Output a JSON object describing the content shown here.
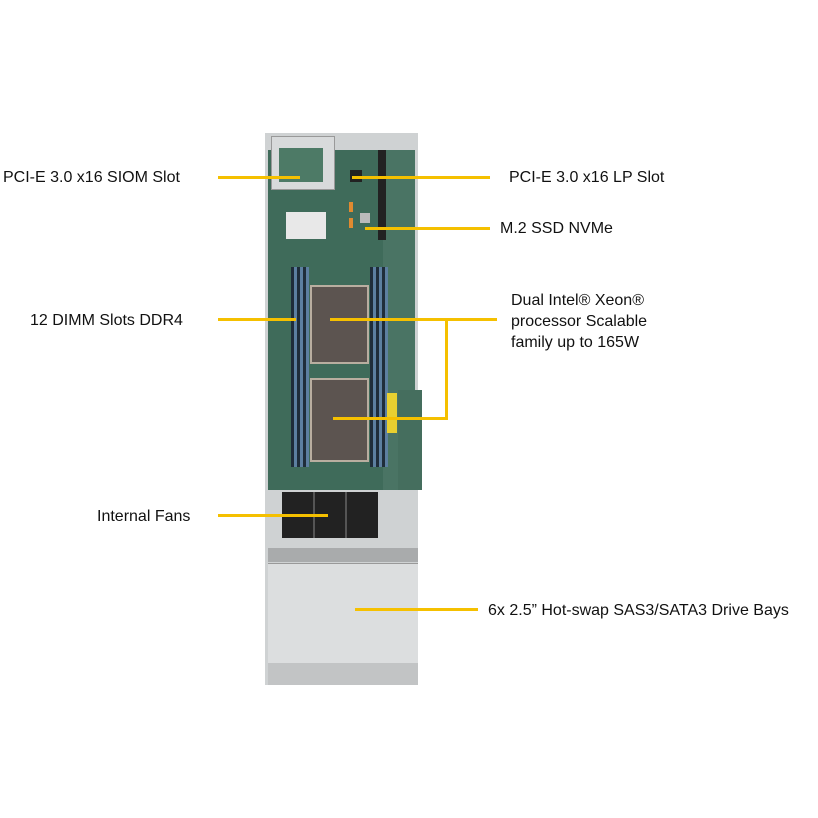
{
  "labels": {
    "siom_slot": "PCI-E 3.0 x16 SIOM  Slot",
    "lp_slot": "PCI-E 3.0 x16 LP Slot",
    "m2": "M.2 SSD NVMe",
    "dimm": "12 DIMM Slots DDR4",
    "cpu_line1": "Dual Intel® Xeon®",
    "cpu_line2": "processor Scalable",
    "cpu_line3": "family up to 165W",
    "fans": "Internal Fans",
    "drives": "6x 2.5” Hot-swap SAS3/SATA3 Drive Bays"
  },
  "colors": {
    "callout": "#f5c000",
    "board": "#3f6b5a",
    "chassis": "#c9cbcc"
  }
}
